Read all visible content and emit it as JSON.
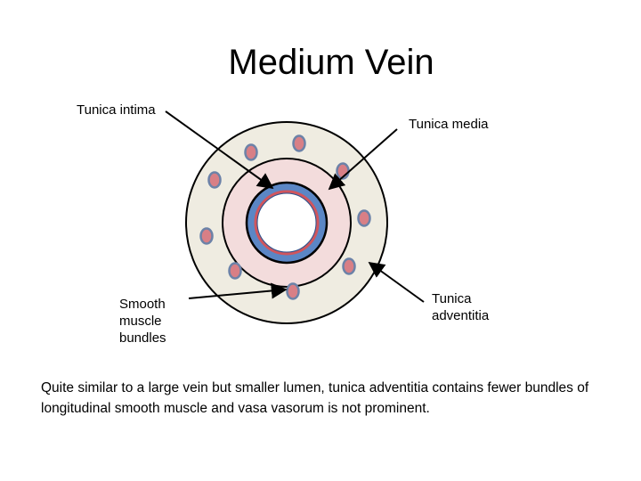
{
  "title": "Medium Vein",
  "labels": {
    "intima": "Tunica intima",
    "media": "Tunica media",
    "smooth_muscle": "Smooth muscle bundles",
    "adventitia": "Tunica adventitia"
  },
  "caption": "Quite similar to a large vein but smaller lumen, tunica adventitia contains fewer bundles of longitudinal smooth muscle and vasa vasorum is not prominent.",
  "colors": {
    "adventitia_fill": "#efece1",
    "media_fill": "#f3dcdc",
    "intima_ring": "#5b86c5",
    "endothelium_ring": "#d0555d",
    "bundle_fill": "#d87f86",
    "bundle_stroke": "#6c82a8",
    "outline": "#000000"
  }
}
